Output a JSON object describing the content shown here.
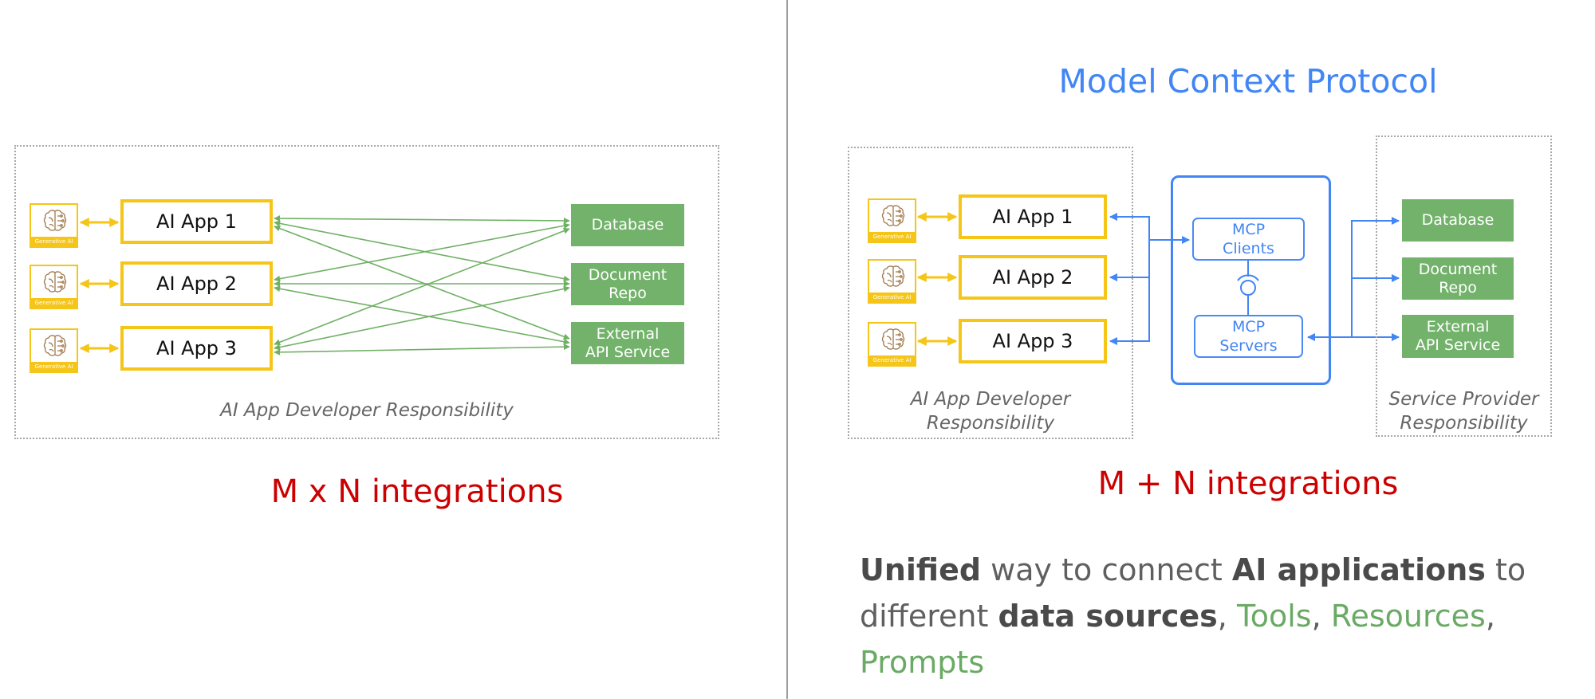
{
  "left_panel": {
    "apps": [
      {
        "label": "AI App 1",
        "icon": "generative-ai-brain-icon",
        "icon_caption": "Generative AI"
      },
      {
        "label": "AI App 2",
        "icon": "generative-ai-brain-icon",
        "icon_caption": "Generative AI"
      },
      {
        "label": "AI App 3",
        "icon": "generative-ai-brain-icon",
        "icon_caption": "Generative AI"
      }
    ],
    "services": [
      {
        "label": "Database"
      },
      {
        "label": "Document\nRepo"
      },
      {
        "label": "External\nAPI Service"
      }
    ],
    "responsibility_label": "AI App Developer Responsibility",
    "integrations_label": "M x N integrations"
  },
  "right_panel": {
    "title": "Model Context Protocol",
    "apps": [
      {
        "label": "AI App 1",
        "icon": "generative-ai-brain-icon",
        "icon_caption": "Generative AI"
      },
      {
        "label": "AI App 2",
        "icon": "generative-ai-brain-icon",
        "icon_caption": "Generative AI"
      },
      {
        "label": "AI App 3",
        "icon": "generative-ai-brain-icon",
        "icon_caption": "Generative AI"
      }
    ],
    "mcp_clients": "MCP\nClients",
    "mcp_servers": "MCP\nServers",
    "services": [
      {
        "label": "Database"
      },
      {
        "label": "Document\nRepo"
      },
      {
        "label": "External\nAPI Service"
      }
    ],
    "developer_responsibility_label": "AI App Developer\nResponsibility",
    "provider_responsibility_label": "Service Provider\nResponsibility",
    "integrations_label": "M + N integrations",
    "description": {
      "w1": "Unified",
      "t1": " way to connect ",
      "w2": "AI applications",
      "t2": " to different ",
      "w3": "data sources",
      "t3": ", ",
      "g1": "Tools",
      "t4": ", ",
      "g2": "Resources",
      "t5": ", ",
      "g3": "Prompts"
    }
  },
  "colors": {
    "app_border": "#f5c518",
    "service_fill": "#72b26a",
    "mcp_blue": "#4285f4",
    "integrations_red": "#cc0000",
    "highlight_green": "#6aaa64"
  }
}
